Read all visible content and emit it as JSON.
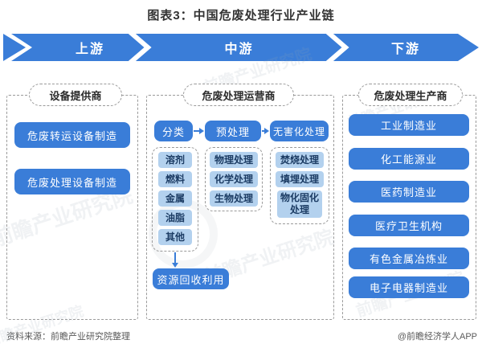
{
  "title": "图表3：中国危废处理行业产业链",
  "banner": {
    "segments": [
      "上游",
      "中游",
      "下游"
    ]
  },
  "columns": {
    "upstream": {
      "header": "设备提供商",
      "items": [
        "危废转运设备制造",
        "危废处理设备制造"
      ]
    },
    "midstream": {
      "header": "危废处理运营商",
      "steps": [
        "分类",
        "预处理",
        "无害化处理"
      ],
      "groups": [
        [
          "溶剂",
          "燃料",
          "金属",
          "油脂",
          "其他"
        ],
        [
          "物理处理",
          "化学处理",
          "生物处理"
        ],
        [
          "焚烧处理",
          "填埋处理",
          "物化固化处理"
        ]
      ],
      "recycle": "资源回收利用"
    },
    "downstream": {
      "header": "危废处理生产商",
      "items": [
        "工业制造业",
        "化工能源业",
        "医药制造业",
        "医疗卫生机构",
        "有色金属冶炼业",
        "电子电器制造业"
      ]
    }
  },
  "footer": {
    "source": "资料来源：前瞻产业研究院整理",
    "credit": "@前瞻经济学人APP"
  },
  "watermark": "前瞻产业研究院",
  "colors": {
    "primary": "#3A7DD8",
    "light": "#B3D1EE",
    "lightText": "#1C3C64",
    "dash": "#9A9A9A"
  }
}
